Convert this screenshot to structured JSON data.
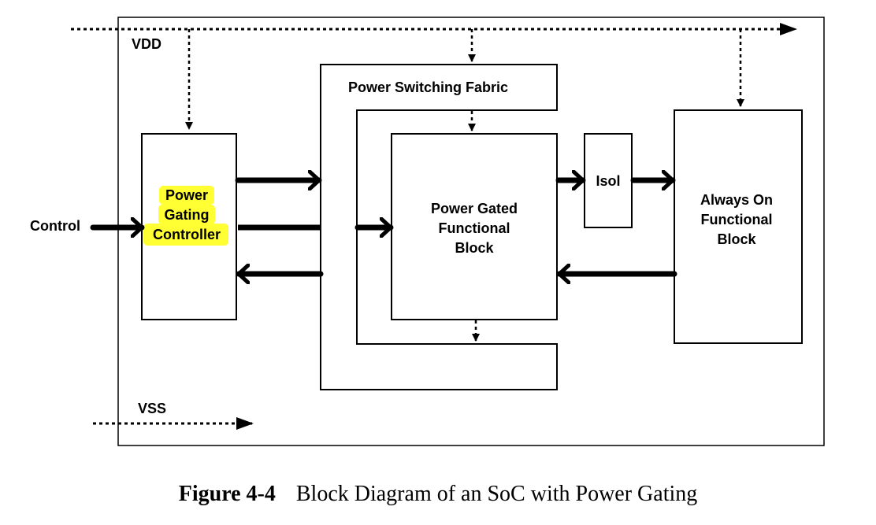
{
  "diagram": {
    "labels": {
      "vdd": "VDD",
      "vss": "VSS",
      "control": "Control",
      "power_switching_fabric": "Power Switching Fabric",
      "pgc": [
        "Power",
        "Gating",
        "Controller"
      ],
      "power_gated_block": [
        "Power Gated",
        "Functional",
        "Block"
      ],
      "isol": "Isol",
      "always_on_block": [
        "Always On",
        "Functional",
        "Block"
      ]
    },
    "highlight_color": "#ffff33"
  },
  "caption": {
    "number": "Figure 4-4",
    "text": "Block Diagram of an SoC with Power Gating"
  }
}
